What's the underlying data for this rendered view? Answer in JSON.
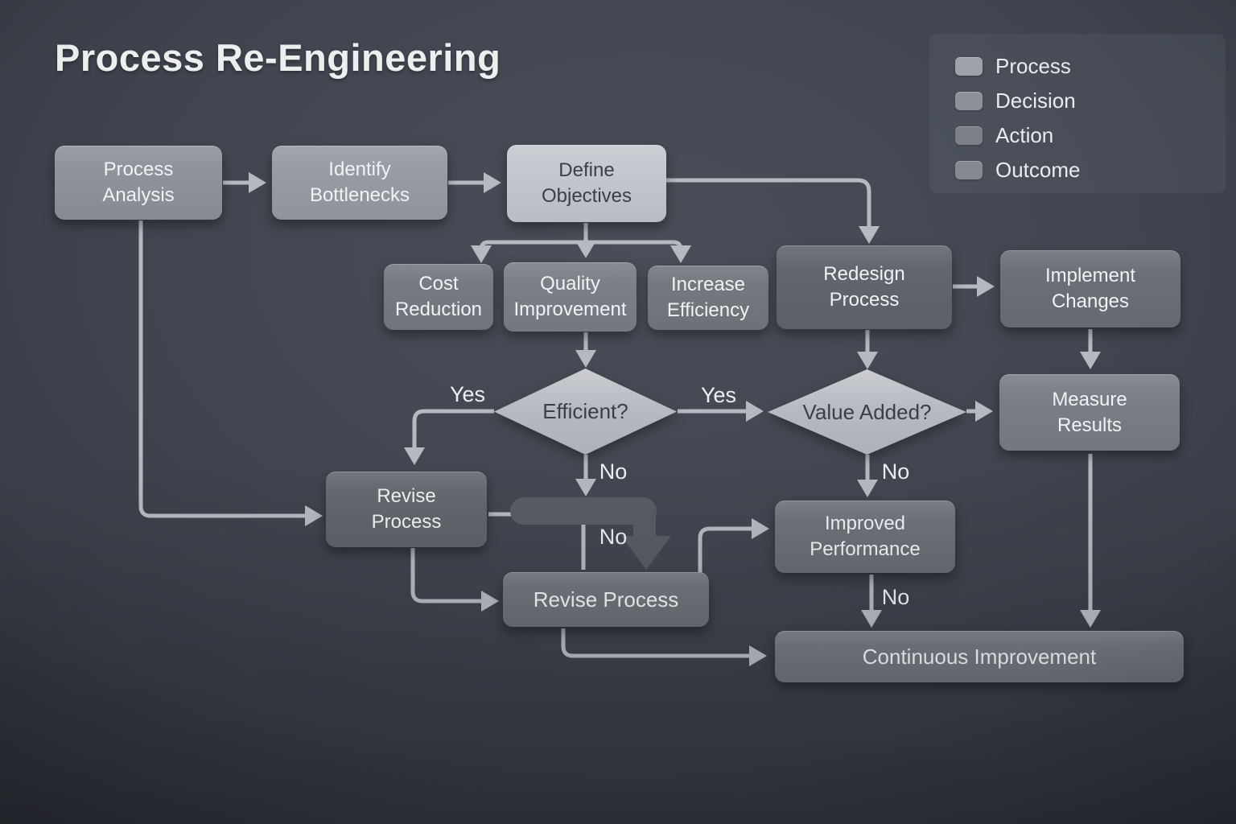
{
  "title": "Process Re-Engineering",
  "legend": {
    "items": [
      {
        "label": "Process",
        "swatch_color": "#9da1a9"
      },
      {
        "label": "Decision",
        "swatch_color": "#8c9098"
      },
      {
        "label": "Action",
        "swatch_color": "#7b7f87"
      },
      {
        "label": "Outcome",
        "swatch_color": "#858992"
      }
    ]
  },
  "nodes": {
    "process_analysis": {
      "label": "Process\nAnalysis",
      "fill": "#8f939b"
    },
    "identify_bottlenecks": {
      "label": "Identify\nBottlenecks",
      "fill": "#989ca4"
    },
    "define_objectives": {
      "label": "Define\nObjectives",
      "fill": "#c5c8ce"
    },
    "cost_reduction": {
      "label": "Cost\nReduction",
      "fill": "#767a82"
    },
    "quality_improvement": {
      "label": "Quality\nImprovement",
      "fill": "#7b7f87"
    },
    "increase_efficiency": {
      "label": "Increase\nEfficiency",
      "fill": "#74787f"
    },
    "redesign_process": {
      "label": "Redesign\nProcess",
      "fill": "#61656d"
    },
    "implement_changes": {
      "label": "Implement\nChanges",
      "fill": "#6b6f77"
    },
    "efficient": {
      "label": "Efficient?",
      "fill": "#b7bac1"
    },
    "value_added": {
      "label": "Value Added?",
      "fill": "#b5b9c0"
    },
    "measure_results": {
      "label": "Measure\nResults",
      "fill": "#7a7e86"
    },
    "revise_process_1": {
      "label": "Revise\nProcess",
      "fill": "#64686f"
    },
    "revise_process_2": {
      "label": "Revise Process",
      "fill": "#70747c"
    },
    "improved_performance": {
      "label": "Improved\nPerformance",
      "fill": "#6e727a"
    },
    "continuous_improvement": {
      "label": "Continuous Improvement",
      "fill": "#747881"
    }
  },
  "edge_labels": {
    "efficient_yes": "Yes",
    "value_yes": "Yes",
    "efficient_no": "No",
    "revise_no": "No",
    "value_no": "No",
    "improved_no": "No"
  },
  "colors": {
    "background": "#3d414b",
    "connector_light": "#b5b9c0",
    "connector_dark": "#585c64",
    "text_light": "#f0f2f4",
    "text_dark": "#3a3e47",
    "title": "#eceef0"
  }
}
